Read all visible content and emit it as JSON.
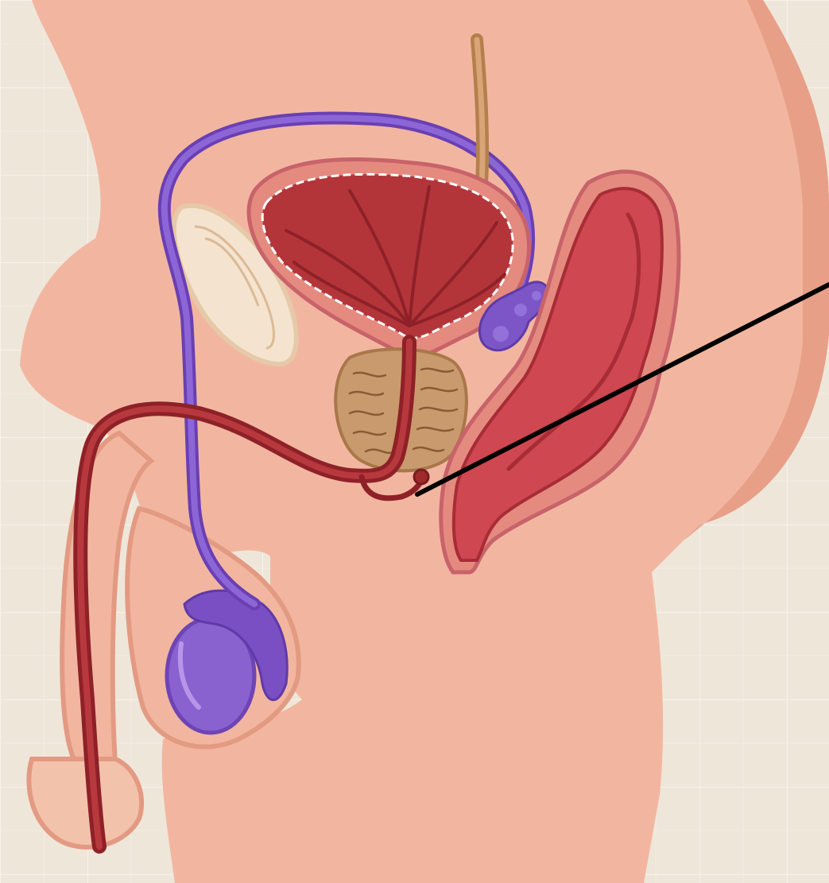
{
  "diagram": {
    "colors": {
      "background": "#efe6da",
      "grid": "#f6f0e8",
      "skin": "#f3b9a1",
      "skin_shadow": "#e79a80",
      "bladder": "#b3353a",
      "bladder_dark": "#8e2128",
      "bladder_wall": "#e48a7f",
      "rectum": "#cf4750",
      "rectum_dark": "#a72c36",
      "prostate": "#c99a6d",
      "prostate_line": "#8a5a35",
      "vas_deferens": "#7b4fbf",
      "testis": "#8a62cf",
      "seminal_vesicle": "#7c55c6",
      "urethra": "#9e2a2c",
      "ureter": "#c08a56",
      "pubic_bone": "#f4e4cf",
      "pointer": "#000000"
    },
    "parts": [
      "bladder",
      "ureter",
      "prostate",
      "rectum",
      "seminal-vesicle",
      "vas-deferens",
      "testis",
      "urethra",
      "pubic-bone",
      "bulbourethral-gland"
    ]
  }
}
